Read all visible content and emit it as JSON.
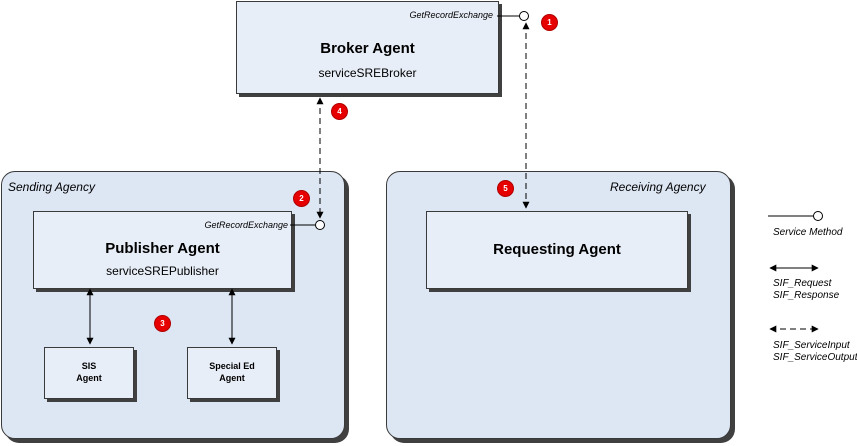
{
  "broker": {
    "title": "Broker Agent",
    "service": "serviceSREBroker",
    "method": "GetRecordExchange"
  },
  "sending_agency": {
    "label": "Sending Agency",
    "publisher": {
      "title": "Publisher Agent",
      "service": "serviceSREPublisher",
      "method": "GetRecordExchange"
    },
    "sis_agent": {
      "line1": "SIS",
      "line2": "Agent"
    },
    "special_ed_agent": {
      "line1": "Special Ed",
      "line2": "Agent"
    }
  },
  "receiving_agency": {
    "label": "Receiving Agency",
    "requesting": {
      "title": "Requesting Agent"
    }
  },
  "badges": [
    "1",
    "2",
    "3",
    "4",
    "5"
  ],
  "legend": {
    "service_method": "Service Method",
    "request": "SIF_Request",
    "response": "SIF_Response",
    "service_input": "SIF_ServiceInput",
    "service_output": "SIF_ServiceOutput"
  },
  "colors": {
    "agency_fill": "#dde6f3",
    "agent_fill": "#e8eef8",
    "badge": "#e60000"
  }
}
